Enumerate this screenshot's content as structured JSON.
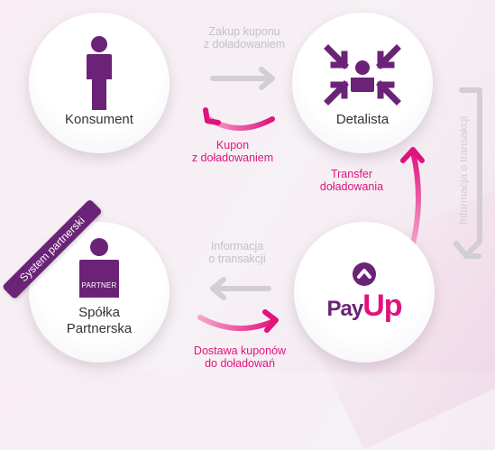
{
  "nodes": {
    "consumer": {
      "label": "Konsument",
      "icon": "person-icon"
    },
    "retailer": {
      "label": "Detalista",
      "icon": "arrows-to-center-icon"
    },
    "partner": {
      "label_line1": "Spółka",
      "label_line2": "Partnerska",
      "badge": "PARTNER",
      "ribbon": "System partnerski",
      "icon": "person-icon"
    },
    "payup": {
      "logo_pay": "Pay",
      "logo_up": "Up",
      "icon": "payup-logo-icon"
    }
  },
  "flows": {
    "purchase": {
      "line1": "Zakup kuponu",
      "line2": "z doładowaniem"
    },
    "coupon": {
      "line1": "Kupon",
      "line2": "z doładowaniem"
    },
    "transfer": {
      "line1": "Transfer",
      "line2": "doładowania"
    },
    "vertical_info": "Informacja o transakcji",
    "transaction_info": {
      "line1": "Informacja",
      "line2": "o transakcji"
    },
    "delivery": {
      "line1": "Dostawa kuponów",
      "line2": "do doładowań"
    }
  },
  "colors": {
    "accent_purple": "#6a2376",
    "accent_pink": "#e0137d",
    "arrow_grey": "#d2ced2",
    "text_dark": "#333333"
  }
}
